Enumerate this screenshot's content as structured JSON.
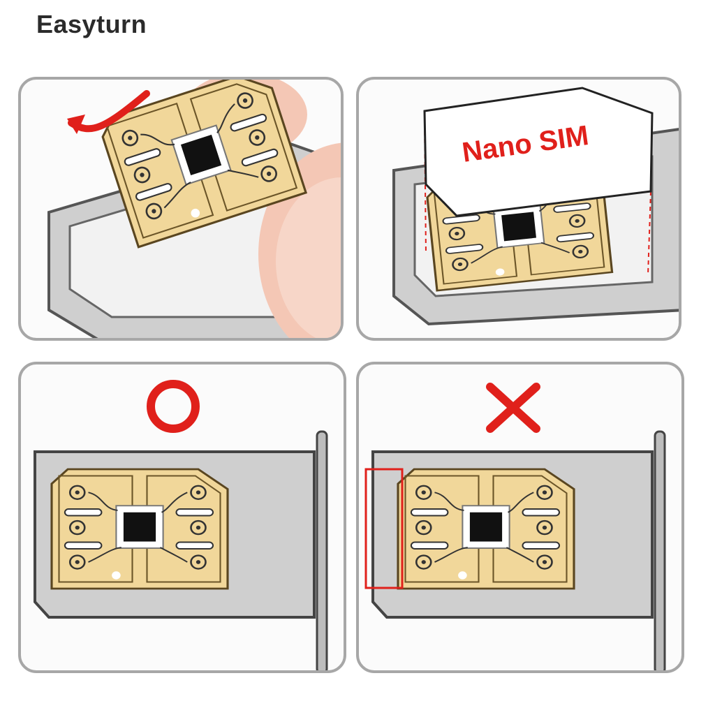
{
  "brand": {
    "name": "Easyturn"
  },
  "panels": [
    {
      "step": "insert",
      "icon": "curved-check-arrow-icon"
    },
    {
      "step": "cover",
      "sim_label": "Nano SIM"
    },
    {
      "step": "correct",
      "icon": "circle-correct-icon"
    },
    {
      "step": "wrong",
      "icon": "cross-wrong-icon"
    }
  ],
  "colors": {
    "accent_red": "#e0201b",
    "chip_gold": "#f1d79a",
    "tray_gray": "#cfcfcf",
    "skin": "#f4c7b5"
  }
}
